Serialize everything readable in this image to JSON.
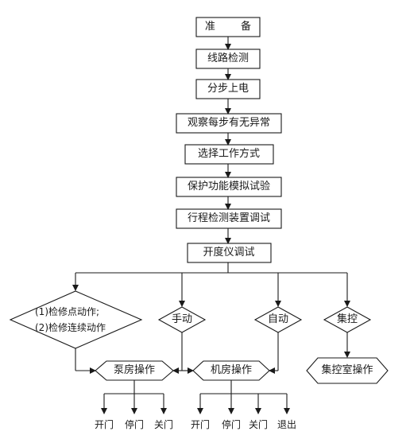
{
  "steps": [
    "准  备",
    "线路检测",
    "分步上电",
    "观察每步有无异常",
    "选择工作方式",
    "保护功能模拟试验",
    "行程检测装置调试",
    "开度仪调试"
  ],
  "branches": {
    "local_check": [
      "(1)检修点动作;",
      "(2)检修连续动作"
    ],
    "manual": "手动",
    "auto": "自动",
    "central": "集控"
  },
  "operations": {
    "pump_room": "泵房操作",
    "machine_room": "机房操作",
    "central_room": "集控室操作"
  },
  "pump_actions": [
    "开门",
    "停门",
    "关门"
  ],
  "machine_actions": [
    "开门",
    "停门",
    "关门",
    "退出"
  ]
}
